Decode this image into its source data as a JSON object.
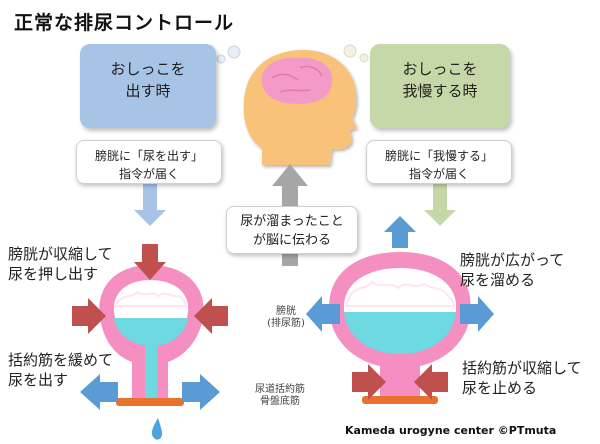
{
  "title": "正常な排尿コントロール",
  "left_bubble": {
    "text": "おしっこを\n出す時",
    "color": "#a7c3e6"
  },
  "right_bubble": {
    "text": "おしっこを\n我慢する時",
    "color": "#c6d8a7"
  },
  "left_card": {
    "text": "膀胱に「尿を出す」\n指令が届く"
  },
  "right_card": {
    "text": "膀胱に「我慢する」\n指令が届く"
  },
  "center_card": {
    "text": "尿が溜まったこと\nが脳に伝わる"
  },
  "labels": {
    "bladder_contracts": "膀胱が収縮して\n尿を押し出す",
    "sphincter_relaxes": "括約筋を緩めて\n尿を出す",
    "bladder_expands": "膀胱が広がって\n尿を溜める",
    "sphincter_contracts": "括約筋が収縮して\n尿を止める",
    "bladder_muscle": "膀胱\n(排尿筋)",
    "pelvic_muscle": "尿道括約筋\n骨盤底筋"
  },
  "credit": "Kameda urogyne center ©PTmuta",
  "colors": {
    "blue_arrow": "#5b9bd5",
    "red_arrow": "#c0504d",
    "green_arrow": "#9bbb59",
    "gray_arrow": "#a6a6a6",
    "bladder": "#f58fc2",
    "urine": "#6ed9e0",
    "head": "#f8c27a",
    "brain": "#f39ac9",
    "muscle": "#e8722c"
  }
}
